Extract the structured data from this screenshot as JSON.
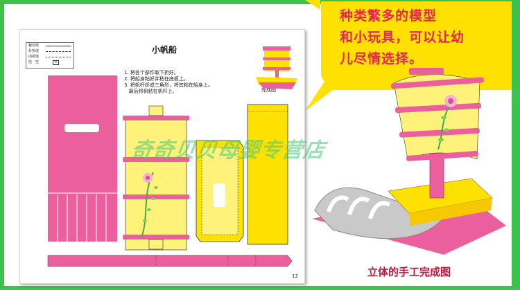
{
  "page": {
    "title": "小帆船",
    "legend": [
      {
        "label": "裁切线"
      },
      {
        "label": "外折线"
      },
      {
        "label": "内折线"
      },
      {
        "label": "挖　空",
        "mark": "×"
      }
    ],
    "steps": [
      "1. 将各个部件取下折好。",
      "2. 将船身粘好并粘在底板上。",
      "3. 将帆杆折成三角形，将其粘在船身上。",
      "   最后将帆粘在帆杆上。"
    ],
    "finished_caption": "完成图",
    "page_number": "12"
  },
  "watermark": "奇奇贝贝母婴专营店",
  "callout": {
    "text": "种类繁多的模型\n和小玩具，可以让幼\n儿尽情选择。"
  },
  "bottom_caption": "立体的手工完成图",
  "colors": {
    "pink": "#ea5f9c",
    "yellow": "#ffe100",
    "light_yellow": "#fff27a",
    "green": "#3cc24a",
    "red_text": "#e8254f"
  }
}
